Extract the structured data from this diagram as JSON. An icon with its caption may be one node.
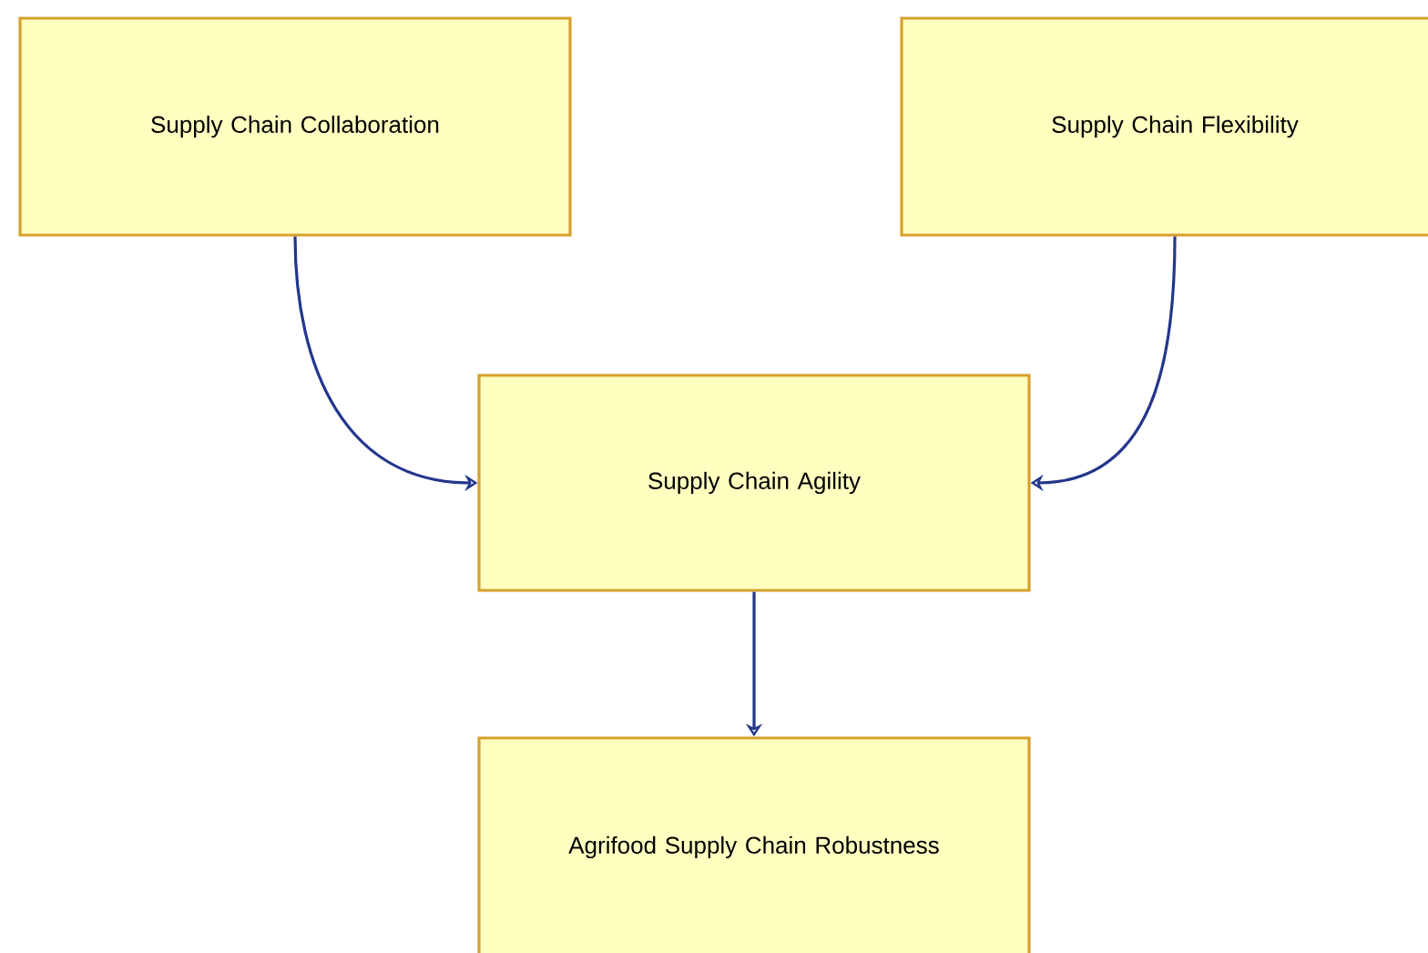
{
  "diagram": {
    "nodes": [
      {
        "text": [
          "Supply Chain Collaboration"
        ]
      },
      {
        "text": [
          "Supply Chain Flexibility"
        ]
      },
      {
        "text": [
          "Supply Chain Agility"
        ]
      },
      {
        "text": [
          "Agrifood Supply Chain Robustness"
        ]
      }
    ],
    "edges": [
      {
        "from": 0,
        "to": 2,
        "arrow": "to"
      },
      {
        "from": 1,
        "to": 2,
        "arrow": "to"
      },
      {
        "from": 2,
        "to": 3,
        "arrow": "to"
      }
    ]
  }
}
